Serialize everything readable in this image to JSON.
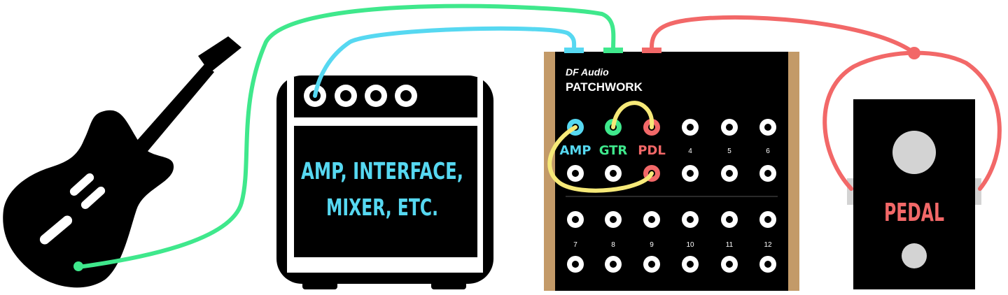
{
  "colors": {
    "green": "#3fe88c",
    "blue": "#56d8f1",
    "red": "#f26868",
    "yellow": "#f6e978",
    "wood": "#c39a68",
    "black": "#000000",
    "white": "#ffffff",
    "gray": "#d3d3d3"
  },
  "amp": {
    "label_line1": "AMP, INTERFACE,",
    "label_line2": "MIXER, ETC."
  },
  "patchbay": {
    "brand": "DF Audio",
    "product": "PATCHWORK",
    "top_labels": [
      "AMP",
      "GTR",
      "PDL",
      "4",
      "5",
      "6"
    ],
    "bottom_labels": [
      "7",
      "8",
      "9",
      "10",
      "11",
      "12"
    ]
  },
  "pedal": {
    "label": "PEDAL"
  },
  "icons": {
    "guitar": "electric-guitar-icon",
    "amp": "amplifier-icon",
    "pedal": "effects-pedal-icon"
  }
}
